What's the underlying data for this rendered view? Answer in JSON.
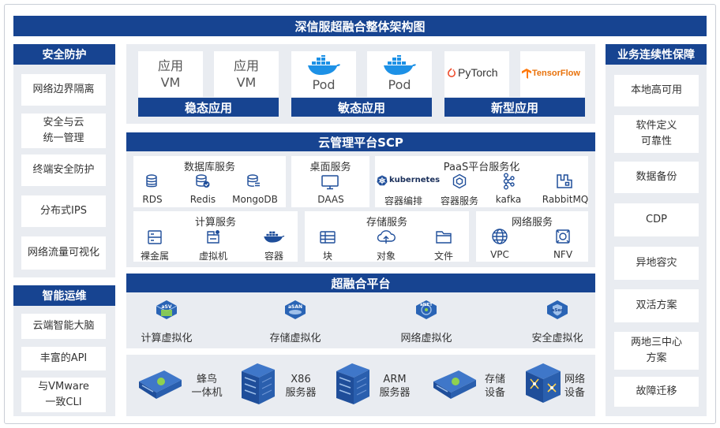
{
  "title": "深信服超融合整体架构图",
  "left": {
    "sec_title": "安全防护",
    "sec_items": [
      "网络边界隔离",
      "安全与云\n统一管理",
      "终端安全防护",
      "分布式IPS",
      "网络流量可视化"
    ],
    "ops_title": "智能运维",
    "ops_items": [
      "云端智能大脑",
      "丰富的API",
      "与VMware\n一致CLI"
    ]
  },
  "right": {
    "title": "业务连续性保障",
    "items": [
      "本地高可用",
      "软件定义\n可靠性",
      "数据备份",
      "CDP",
      "异地容灾",
      "双活方案",
      "两地三中心\n方案",
      "故障迁移"
    ]
  },
  "apps": {
    "stable": {
      "label": "稳态应用",
      "cards": [
        "应用\nVM",
        "应用\nVM"
      ]
    },
    "agile": {
      "label": "敏态应用",
      "cards": [
        "Pod",
        "Pod"
      ]
    },
    "new": {
      "label": "新型应用",
      "cards": [
        "PyTorch",
        "TensorFlow"
      ]
    }
  },
  "scp": {
    "title": "云管理平台SCP",
    "db": {
      "title": "数据库服务",
      "items": [
        "RDS",
        "Redis",
        "MongoDB"
      ]
    },
    "desktop": {
      "title": "桌面服务",
      "items": [
        "DAAS"
      ]
    },
    "paas": {
      "title": "PaaS平台服务化",
      "k8s": "kubernetes",
      "items": [
        "容器编排",
        "容器服务",
        "kafka",
        "RabbitMQ"
      ]
    },
    "compute": {
      "title": "计算服务",
      "items": [
        "裸金属",
        "虚拟机",
        "容器"
      ]
    },
    "storage": {
      "title": "存储服务",
      "items": [
        "块",
        "对象",
        "文件"
      ]
    },
    "network": {
      "title": "网络服务",
      "items": [
        "VPC",
        "NFV"
      ]
    }
  },
  "hci": {
    "title": "超融合平台",
    "items": [
      "计算虚拟化",
      "存储虚拟化",
      "网络虚拟化",
      "安全虚拟化"
    ],
    "badges": [
      "aSV",
      "aSAN",
      "aNET",
      "aSec"
    ]
  },
  "hw": {
    "items": [
      "蜂鸟\n一体机",
      "X86\n服务器",
      "ARM\n服务器",
      "存储\n设备",
      "网络\n设备"
    ]
  },
  "colors": {
    "primary": "#174491",
    "panel": "#e9ecf1",
    "accent": "#1f4e9a"
  }
}
